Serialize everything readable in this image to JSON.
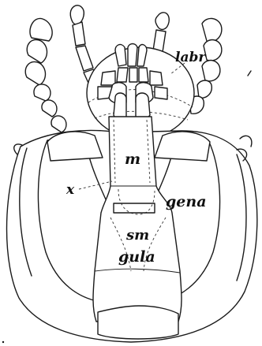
{
  "labels": {
    "labrum": "labr",
    "mentum": "m",
    "x": "x",
    "gena": "gena",
    "submentum": "sm",
    "gula": "gula"
  }
}
